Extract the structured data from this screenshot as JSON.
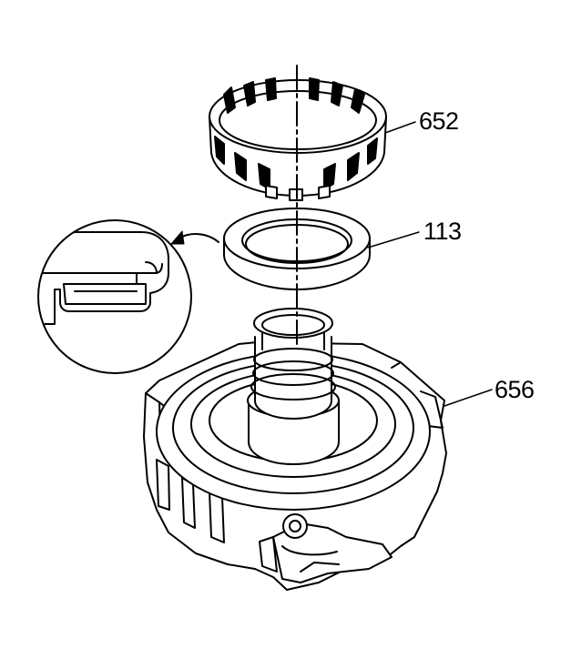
{
  "callouts": {
    "sprag_ring": "652",
    "thrust_washer": "113",
    "support_assembly": "656"
  },
  "colors": {
    "line": "#000000",
    "background": "#ffffff"
  }
}
